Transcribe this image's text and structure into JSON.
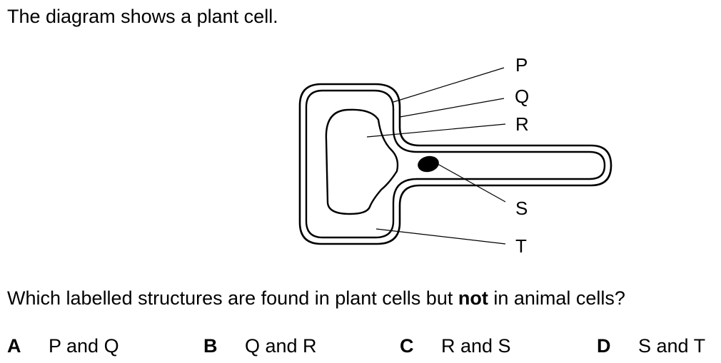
{
  "intro": "The diagram shows a plant cell.",
  "diagram": {
    "labels": {
      "P": "P",
      "Q": "Q",
      "R": "R",
      "S": "S",
      "T": "T"
    }
  },
  "question": {
    "before": "Which labelled structures are found in plant cells but ",
    "emphasis": "not",
    "after": " in animal cells?"
  },
  "options": [
    {
      "letter": "A",
      "text": "P and Q"
    },
    {
      "letter": "B",
      "text": "Q and R"
    },
    {
      "letter": "C",
      "text": "R and S"
    },
    {
      "letter": "D",
      "text": "S and T"
    }
  ]
}
